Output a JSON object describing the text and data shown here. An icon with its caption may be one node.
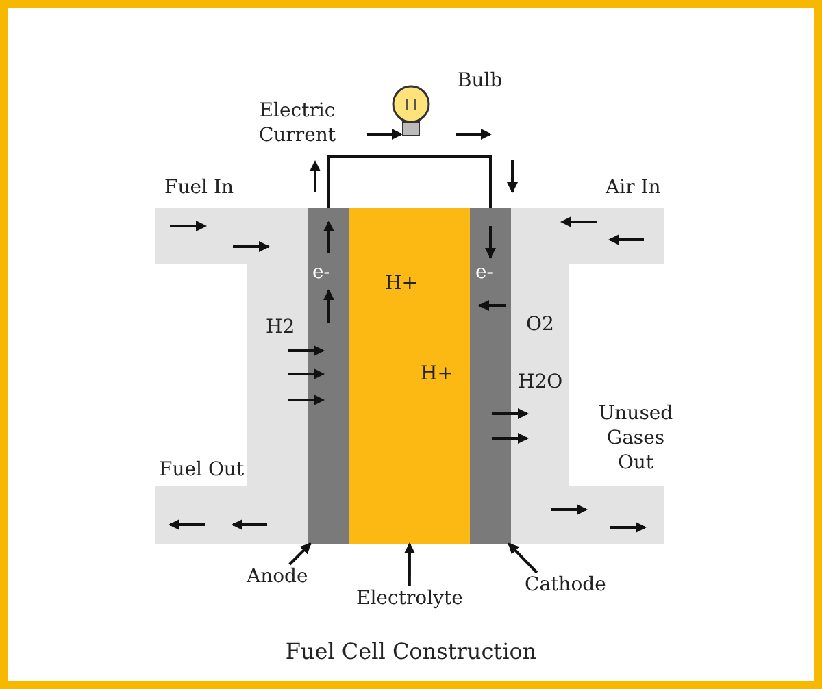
{
  "diagram": {
    "caption": "Fuel Cell Construction",
    "nodes": [
      {
        "text": [
          "e-"
        ]
      },
      {
        "text": [
          "H+",
          "H+"
        ]
      },
      {
        "text": [
          "e-"
        ]
      },
      {
        "text": [
          "Anode"
        ]
      },
      {
        "text": [
          "Electrolyte"
        ]
      },
      {
        "text": [
          "Cathode"
        ]
      },
      {
        "text": [],
        "shape": "picture",
        "beside": [
          "Bulb"
        ]
      }
    ],
    "edges": [
      {
        "from": 3,
        "to": 0,
        "arrow": "to"
      },
      {
        "from": 4,
        "to": 1,
        "arrow": "to"
      },
      {
        "from": 5,
        "to": 2,
        "arrow": "to"
      },
      {
        "from": 0,
        "to": 6,
        "arrow": "none"
      },
      {
        "from": 6,
        "to": 2,
        "arrow": "none"
      }
    ],
    "labels": [
      "Electric Current",
      "Fuel In",
      "Air In",
      "H2",
      "O2",
      "H2O",
      "Unused Gases Out",
      "Fuel Out"
    ]
  }
}
